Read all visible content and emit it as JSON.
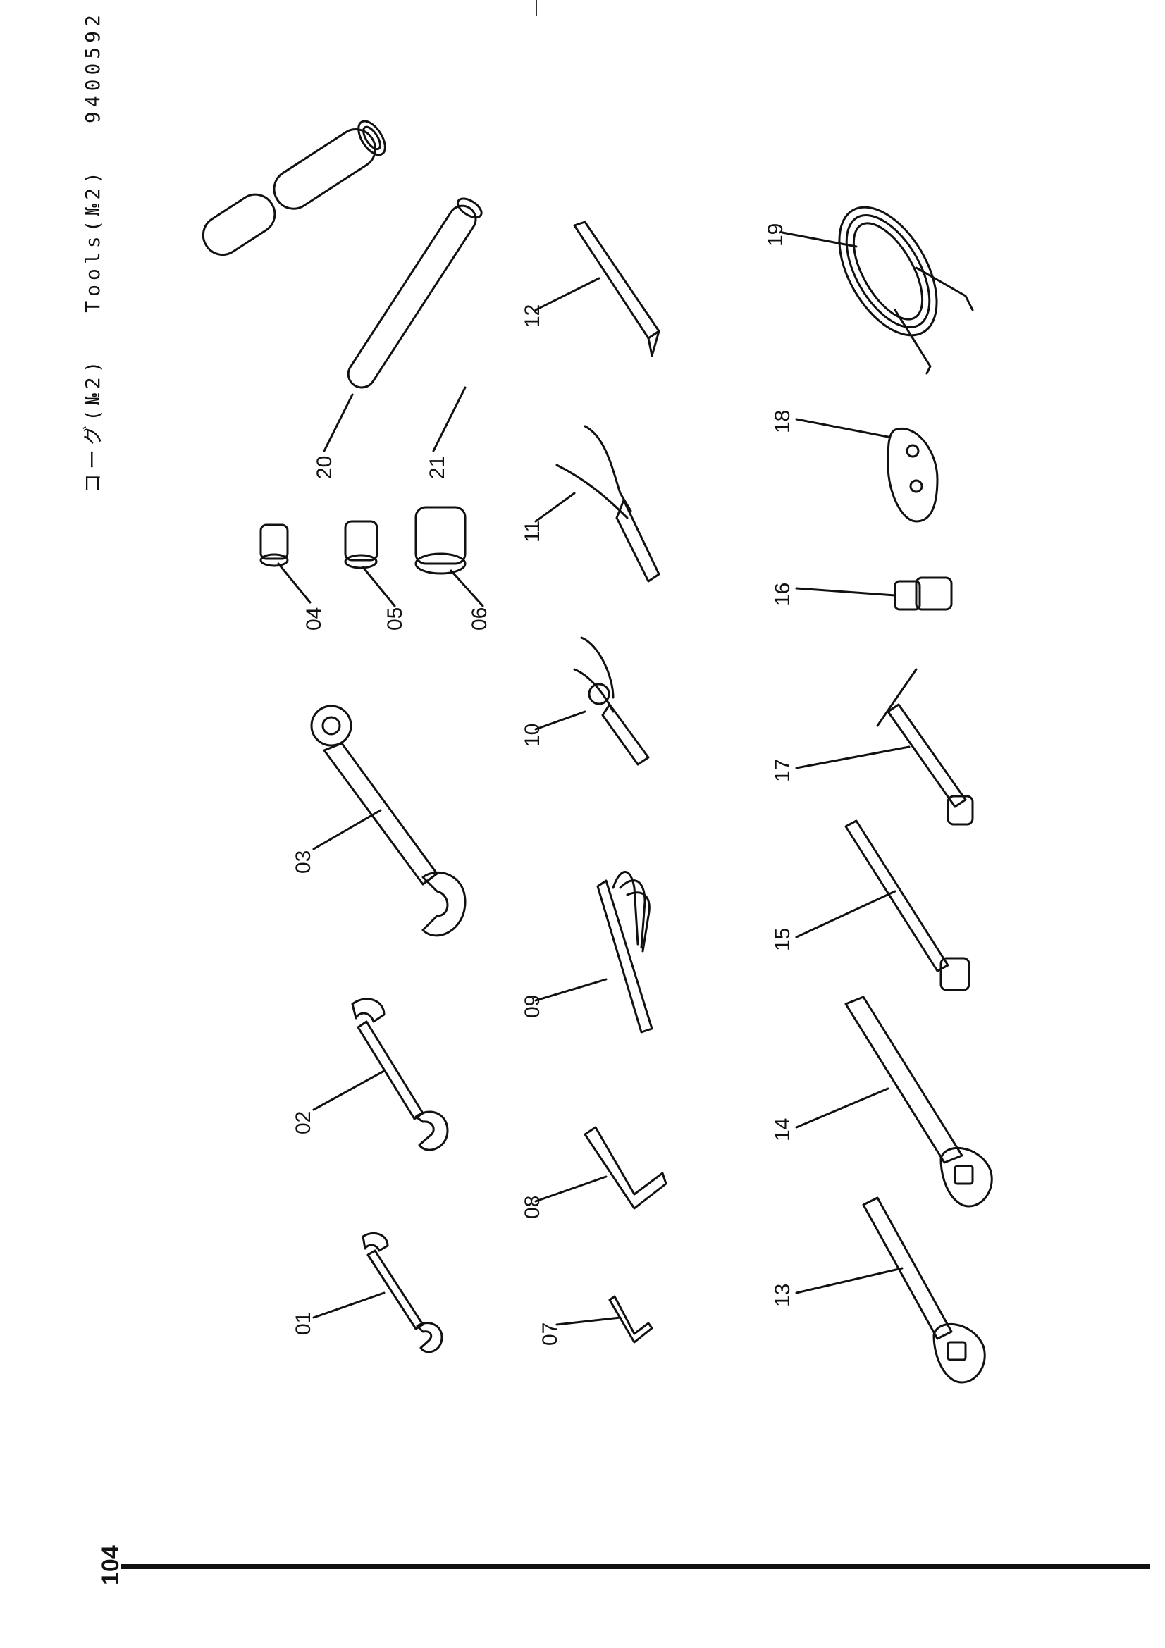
{
  "header": {
    "title_jp": "コーグ(№2)",
    "title_en": "Tools(№2)",
    "code": "9400592"
  },
  "page_number": "104",
  "parts": [
    {
      "id": "01",
      "icon": "small-open-wrench-icon"
    },
    {
      "id": "02",
      "icon": "open-wrench-icon"
    },
    {
      "id": "03",
      "icon": "large-ring-open-wrench-icon"
    },
    {
      "id": "04",
      "icon": "small-socket-icon"
    },
    {
      "id": "05",
      "icon": "medium-socket-icon"
    },
    {
      "id": "06",
      "icon": "large-socket-icon"
    },
    {
      "id": "07",
      "icon": "small-hex-key-icon"
    },
    {
      "id": "08",
      "icon": "large-hex-key-icon"
    },
    {
      "id": "09",
      "icon": "feeler-gauge-icon"
    },
    {
      "id": "10",
      "icon": "circlip-pliers-icon"
    },
    {
      "id": "11",
      "icon": "combination-pliers-icon"
    },
    {
      "id": "12",
      "icon": "screwdriver-bit-icon"
    },
    {
      "id": "13",
      "icon": "short-ratchet-handle-icon"
    },
    {
      "id": "14",
      "icon": "long-ratchet-handle-icon"
    },
    {
      "id": "15",
      "icon": "extension-bar-icon"
    },
    {
      "id": "16",
      "icon": "universal-joint-icon"
    },
    {
      "id": "17",
      "icon": "t-handle-socket-wrench-icon"
    },
    {
      "id": "18",
      "icon": "multi-spanner-plate-icon"
    },
    {
      "id": "19",
      "icon": "coiled-wire-cable-icon"
    },
    {
      "id": "20",
      "icon": "tube-extension-icon"
    },
    {
      "id": "21",
      "icon": "pipe-bar-icon"
    }
  ]
}
